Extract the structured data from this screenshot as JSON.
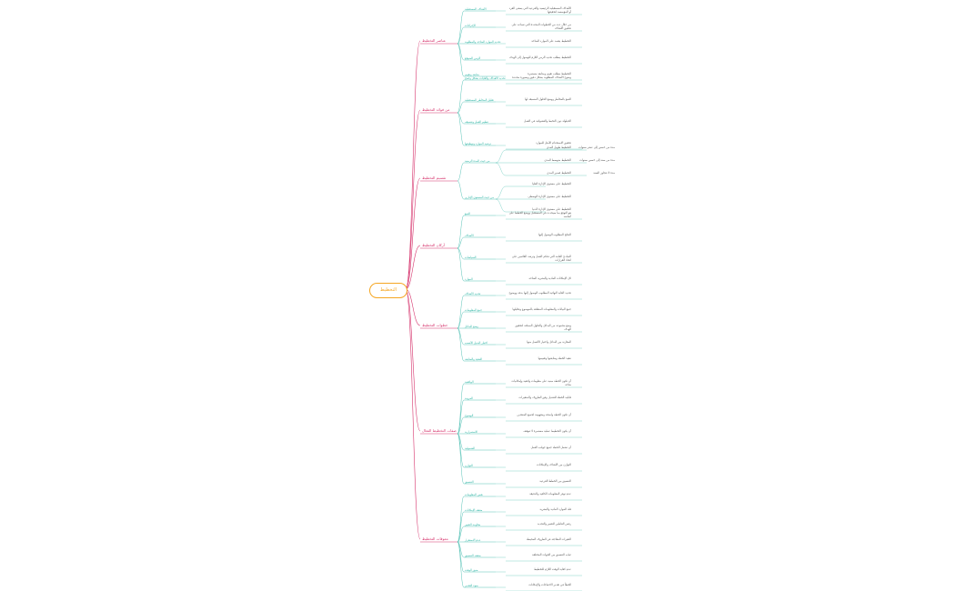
{
  "root": "التخطيط",
  "colors": {
    "root": "#f5a623",
    "main": "#d6336c",
    "branch": "#2bb3a3",
    "leaf": "#555555"
  },
  "branches": [
    {
      "label": "عناصر التخطيط",
      "subs": [
        {
          "label": "الأهداف المستقبلية",
          "leaf": "الأهداف المستقبلية الرئيسية والفرعية التي يسعى الفرد أو المؤسسة لتحقيقها"
        },
        {
          "label": "الإجراءات",
          "leaf": "من خلال عدد من الخطوات المحددة التي تساعد على تحقيق الأهداف"
        },
        {
          "label": "تحديد الموارد المتاحة والمطلوبة",
          "leaf": "التخطيط يعتمد على الموارد المتاحة"
        },
        {
          "label": "الزمن المتوقع",
          "leaf": "التخطيط يتطلب تحديد الزمن اللازم للوصول إلى الهدف"
        },
        {
          "label": "متابعة وتقييم",
          "leaf": "التخطيط يتطلب تقييم ومتابعة مستمرة"
        }
      ]
    },
    {
      "label": "من فوائد التخطيط",
      "subs": [
        {
          "label": "تحديد الأهداف والغايات بشكل واضح",
          "leaf": "وضوح الأهداف المطلوبة بشكل دقيق وبصورة محددة"
        },
        {
          "label": "تقليل المخاطر المستقبلية",
          "leaf": "التنبؤ بالمخاطر ووضع الحلول المسبقة لها"
        },
        {
          "label": "تنظيم العمل وتنسيقه",
          "leaf": "الحيلولة دون التخبط والعشوائية في العمل"
        },
        {
          "label": "ترشيد الموارد وتوظيفها",
          "leaf": "تحقيق الاستخدام الأمثل للموارد"
        }
      ]
    },
    {
      "label": "تقسيم التخطيط",
      "subs": [
        {
          "label": "من حيث المدة الزمنية",
          "leaves": [
            "التخطيط طويل المدى",
            "التخطيط متوسط المدى",
            "التخطيط قصير المدى"
          ],
          "notes": [
            "مدة من خمس إلى عشر سنوات",
            "مدة من سنة إلى خمس سنوات",
            "مدة لا تتجاوز السنة"
          ]
        },
        {
          "label": "من حيث المستوى الإداري",
          "leaves": [
            "التخطيط على مستوى الإدارة العليا",
            "التخطيط على مستوى الإدارة الوسطى",
            "التخطيط على مستوى الإدارة الدنيا"
          ]
        }
      ]
    },
    {
      "label": "أركان التخطيط",
      "subs": [
        {
          "label": "التنبؤ",
          "leaf": "هو التوقع بما سيحدث في المستقبل ووضع الخطط على أساسه"
        },
        {
          "label": "الأهداف",
          "leaf": "النتائج المطلوب الوصول إليها"
        },
        {
          "label": "السياسات",
          "leaf": "المبادئ العامة التي تحكم العمل وترشد القائمين على اتخاذ القرارات"
        },
        {
          "label": "الموارد",
          "leaf": "كل الإمكانات المادية والبشرية المتاحة"
        }
      ]
    },
    {
      "label": "خطوات التخطيط",
      "subs": [
        {
          "label": "تحديد الأهداف",
          "leaf": "تحديد الغاية النهائية المطلوب الوصول إليها بدقة ووضوح"
        },
        {
          "label": "جمع المعلومات",
          "leaf": "جمع البيانات والمعلومات المتعلقة بالموضوع وتحليلها"
        },
        {
          "label": "وضع البدائل",
          "leaf": "وضع مجموعة من البدائل والحلول الممكنة لتحقيق الهدف"
        },
        {
          "label": "اختيار البديل الأنسب",
          "leaf": "المقارنة بين البدائل واختيار الأفضل منها"
        },
        {
          "label": "التنفيذ والمتابعة",
          "leaf": "تنفيذ الخطة ومتابعتها وتقييمها"
        }
      ]
    },
    {
      "label": "صفات التخطيط الفعال",
      "subs": [
        {
          "label": "الواقعية",
          "leaf": "أن تكون الخطة مبنية على معلومات واقعية وإمكانيات متاحة"
        },
        {
          "label": "المرونة",
          "leaf": "قابلية الخطة للتعديل وفق الظروف والمتغيرات"
        },
        {
          "label": "الوضوح",
          "leaf": "أن تكون الخطة واضحة ومفهومة لجميع المنفذين"
        },
        {
          "label": "الاستمرارية",
          "leaf": "أن يكون التخطيط عملية مستمرة لا تتوقف"
        },
        {
          "label": "الشمولية",
          "leaf": "أن تشمل الخطة جميع جوانب العمل"
        },
        {
          "label": "التوازن",
          "leaf": "التوازن بين الأهداف والإمكانات"
        },
        {
          "label": "التنسيق",
          "leaf": "التنسيق بين الخطط الفرعية"
        }
      ]
    },
    {
      "label": "معوقات التخطيط",
      "subs": [
        {
          "label": "نقص المعلومات",
          "leaf": "عدم توفر المعلومات الكافية والدقيقة"
        },
        {
          "label": "ضعف الإمكانات",
          "leaf": "قلة الموارد المادية والبشرية"
        },
        {
          "label": "مقاومة التغيير",
          "leaf": "رفض العاملين للتغيير والتجديد"
        },
        {
          "label": "عدم الاستقرار",
          "leaf": "التغيرات المفاجئة في الظروف المحيطة"
        },
        {
          "label": "ضعف التنسيق",
          "leaf": "غياب التنسيق بين الجهات المختلفة"
        },
        {
          "label": "ضيق الوقت",
          "leaf": "عدم كفاية الوقت اللازم للتخطيط"
        },
        {
          "label": "سوء التقدير",
          "leaf": "الخطأ في تقدير الاحتياجات والإمكانات"
        }
      ]
    }
  ]
}
